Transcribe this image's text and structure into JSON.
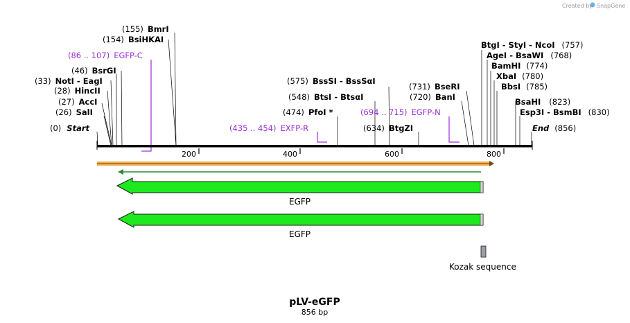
{
  "credit": {
    "text": "Created by",
    "brand": "SnapGene"
  },
  "map": {
    "name": "pLV-eGFP",
    "length_label": "856 bp",
    "length": 856,
    "ends": {
      "start": {
        "pos": "(0)",
        "label": "Start"
      },
      "end": {
        "pos": "(856)",
        "label": "End"
      }
    },
    "ticks": [
      "200",
      "400",
      "600",
      "800"
    ],
    "tick_values": [
      200,
      400,
      600,
      800
    ]
  },
  "sites": [
    {
      "id": "bmri",
      "pos": "(155)",
      "name": "BmrI"
    },
    {
      "id": "bsihkai",
      "pos": "(154)",
      "name": "BsiHKAI"
    },
    {
      "id": "bsrgi",
      "pos": "(46)",
      "name": "BsrGI"
    },
    {
      "id": "noti",
      "pos": "(33)",
      "name": "NotI",
      "extra": " - EagI"
    },
    {
      "id": "hincii",
      "pos": "(28)",
      "name": "HincII"
    },
    {
      "id": "acci",
      "pos": "(27)",
      "name": "AccI"
    },
    {
      "id": "sali",
      "pos": "(26)",
      "name": "SalI"
    },
    {
      "id": "bsssi",
      "pos": "(575)",
      "name": "BssSI",
      "extra": " - BssSαI"
    },
    {
      "id": "btsi",
      "pos": "(548)",
      "name": "BtsI",
      "extra": " - BtsαI"
    },
    {
      "id": "pfoi",
      "pos": "(474)",
      "name": "PfoI *"
    },
    {
      "id": "btgzi",
      "pos": "(634)",
      "name": "BtgZI"
    },
    {
      "id": "beseri",
      "pos": "(731)",
      "name": "BseRI"
    },
    {
      "id": "bani",
      "pos": "(720)",
      "name": "BanI"
    },
    {
      "id": "btgi",
      "name": "BtgI",
      "extra": " - StyI  - NcoI",
      "pos": "(757)"
    },
    {
      "id": "agei",
      "name": "AgeI",
      "extra": " - BsaWI",
      "pos": "(768)"
    },
    {
      "id": "bamhi",
      "name": "BamHI",
      "pos": "(774)"
    },
    {
      "id": "xbai",
      "name": "XbaI",
      "pos": "(780)"
    },
    {
      "id": "bbsi",
      "name": "BbsI",
      "pos": "(785)"
    },
    {
      "id": "bsahi",
      "name": "BsaHI",
      "pos": "(823)"
    },
    {
      "id": "esp3i",
      "name": "Esp3I",
      "extra": " - BsmBI",
      "pos": "(830)"
    }
  ],
  "primers": [
    {
      "id": "egfp-c",
      "range": "(86 .. 107)",
      "name": "EGFP-C"
    },
    {
      "id": "exfp-r",
      "range": "(435 .. 454)",
      "name": "EXFP-R"
    },
    {
      "id": "egfp-n",
      "range": "(694 .. 715)",
      "name": "EGFP-N"
    }
  ],
  "features": [
    {
      "id": "egfp-1",
      "label": "EGFP"
    },
    {
      "id": "egfp-2",
      "label": "EGFP"
    },
    {
      "id": "kozak",
      "label": "Kozak sequence"
    }
  ],
  "colors": {
    "primer": "#9b30d9",
    "cds": "#1ee81e",
    "orf": "#f0a030",
    "orf_inner": "#2e8b2e",
    "kozak": "#9aa0a8",
    "backbone": "#000000"
  }
}
